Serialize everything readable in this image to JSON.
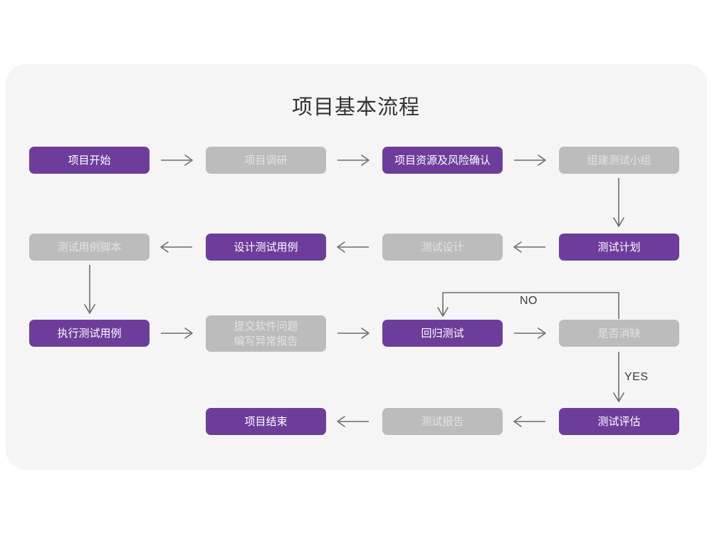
{
  "title": "项目基本流程",
  "colors": {
    "page_background": "#ffffff",
    "panel_background": "#f5f5f5",
    "node_purple": "#6e3d9c",
    "node_purple_text": "#ffffff",
    "node_gray": "#bcbcbc",
    "node_gray_text": "#e2e2e2",
    "edge": "#6d6d6d",
    "title_text": "#333333",
    "edge_label_text": "#3c3c3c"
  },
  "nodes": [
    {
      "id": "n1",
      "label": "项目开始",
      "style": "purple",
      "row": 1,
      "col": 1
    },
    {
      "id": "n2",
      "label": "项目调研",
      "style": "gray",
      "row": 1,
      "col": 2
    },
    {
      "id": "n3",
      "label": "项目资源及风险确认",
      "style": "purple",
      "row": 1,
      "col": 3
    },
    {
      "id": "n4",
      "label": "组建测试小组",
      "style": "gray",
      "row": 1,
      "col": 4
    },
    {
      "id": "n5",
      "label": "测试用例脚本",
      "style": "gray",
      "row": 2,
      "col": 1
    },
    {
      "id": "n6",
      "label": "设计测试用例",
      "style": "purple",
      "row": 2,
      "col": 2
    },
    {
      "id": "n7",
      "label": "测试设计",
      "style": "gray",
      "row": 2,
      "col": 3
    },
    {
      "id": "n8",
      "label": "测试计划",
      "style": "purple",
      "row": 2,
      "col": 4
    },
    {
      "id": "n9",
      "label": "执行测试用例",
      "style": "purple",
      "row": 3,
      "col": 1
    },
    {
      "id": "n10",
      "label": "提交软件问题\n编写异常报告",
      "style": "gray",
      "row": 3,
      "col": 2
    },
    {
      "id": "n11",
      "label": "回归测试",
      "style": "purple",
      "row": 3,
      "col": 3
    },
    {
      "id": "n12",
      "label": "是否消缺",
      "style": "gray",
      "row": 3,
      "col": 4
    },
    {
      "id": "n13",
      "label": "项目结束",
      "style": "purple",
      "row": 4,
      "col": 2
    },
    {
      "id": "n14",
      "label": "测试报告",
      "style": "gray",
      "row": 4,
      "col": 3
    },
    {
      "id": "n15",
      "label": "测试评估",
      "style": "purple",
      "row": 4,
      "col": 4
    }
  ],
  "edge_labels": {
    "no": "NO",
    "yes": "YES"
  },
  "edges": [
    {
      "from": "n1",
      "to": "n2",
      "direction": "right"
    },
    {
      "from": "n2",
      "to": "n3",
      "direction": "right"
    },
    {
      "from": "n3",
      "to": "n4",
      "direction": "right"
    },
    {
      "from": "n4",
      "to": "n8",
      "direction": "down"
    },
    {
      "from": "n8",
      "to": "n7",
      "direction": "left"
    },
    {
      "from": "n7",
      "to": "n6",
      "direction": "left"
    },
    {
      "from": "n6",
      "to": "n5",
      "direction": "left"
    },
    {
      "from": "n5",
      "to": "n9",
      "direction": "down"
    },
    {
      "from": "n9",
      "to": "n10",
      "direction": "right"
    },
    {
      "from": "n10",
      "to": "n11",
      "direction": "right"
    },
    {
      "from": "n11",
      "to": "n12",
      "direction": "right"
    },
    {
      "from": "n12",
      "to": "n11",
      "direction": "loop-up-left",
      "label": "NO"
    },
    {
      "from": "n12",
      "to": "n15",
      "direction": "down",
      "label": "YES"
    },
    {
      "from": "n15",
      "to": "n14",
      "direction": "left"
    },
    {
      "from": "n14",
      "to": "n13",
      "direction": "left"
    }
  ]
}
